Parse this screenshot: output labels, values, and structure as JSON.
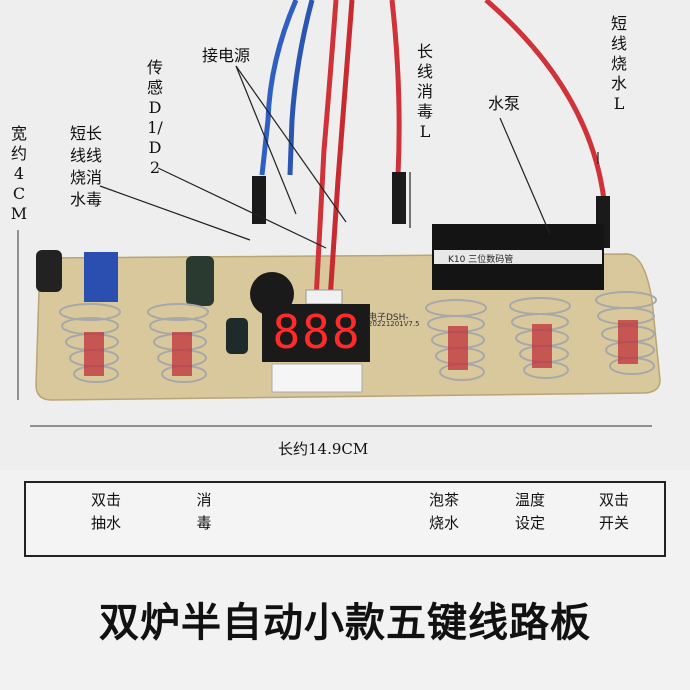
{
  "annotations": {
    "power": "接电源",
    "sensor": "传感D1/D2",
    "width": "宽约4CM",
    "short_long": "短长",
    "wire_wire": "线线",
    "boil_disinfect": "烧消",
    "water_poison": "水毒",
    "long_disinfect": "长线消毒L",
    "pump": "水泵",
    "short_boil": "短线烧水L",
    "length": "长约14.9CM"
  },
  "board": {
    "display": "888",
    "silk_model": "电子DSH-",
    "silk_date": "20221201V7.5",
    "relay_label": "K10 三位数码管"
  },
  "keys": [
    {
      "line1": "双击",
      "line2": "抽水"
    },
    {
      "line1": "消",
      "line2": "毒"
    },
    {
      "line1": "泡茶",
      "line2": "烧水"
    },
    {
      "line1": "温度",
      "line2": "设定"
    },
    {
      "line1": "双击",
      "line2": "开关"
    }
  ],
  "title": "双炉半自动小款五键线路板",
  "colors": {
    "board": "#d8c79a",
    "wire_red": "#d0323a",
    "wire_blue": "#2f5fc0"
  }
}
